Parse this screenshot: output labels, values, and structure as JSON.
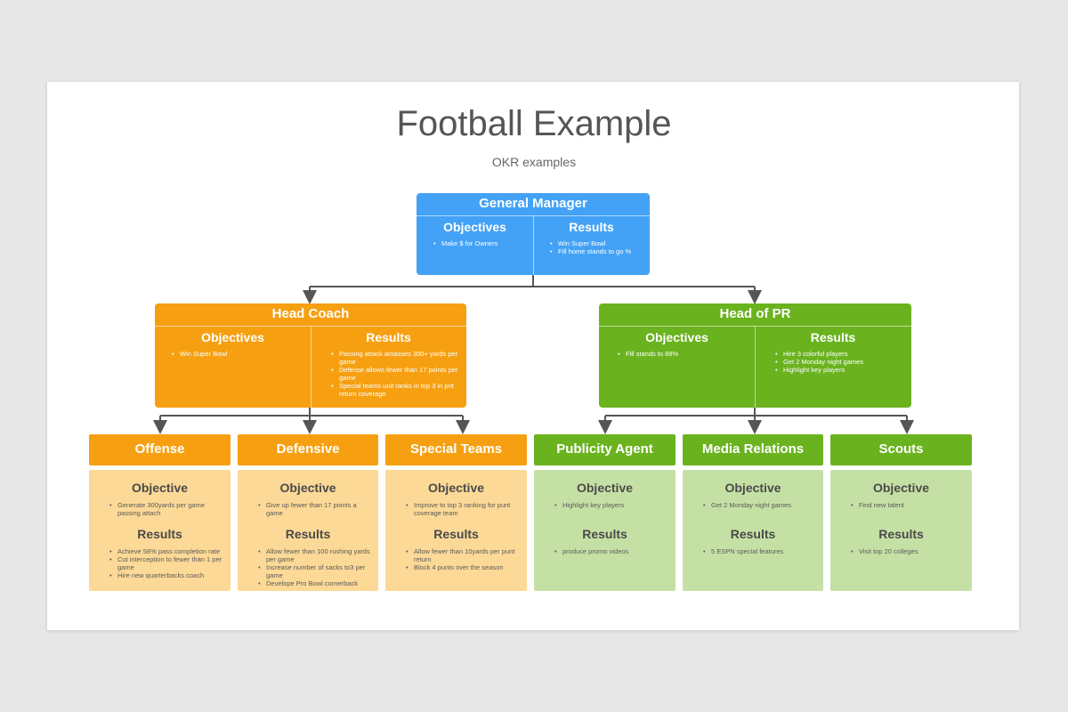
{
  "title": "Football Example",
  "subtitle": "OKR examples",
  "colors": {
    "blue": "#43a2f5",
    "orange": "#f6a011",
    "green": "#6ab31f",
    "light_orange": "#fcd996",
    "light_green": "#c5e0a5",
    "connector": "#555555"
  },
  "general_manager": {
    "name": "General Manager",
    "objectives_label": "Objectives",
    "objectives": [
      "Make $ for Owners"
    ],
    "results_label": "Results",
    "results": [
      "Win Super Bowl",
      "Fill home stands to go %"
    ]
  },
  "head_coach": {
    "name": "Head Coach",
    "objectives_label": "Objectives",
    "objectives": [
      "Win Super Bowl"
    ],
    "results_label": "Results",
    "results": [
      "Passing attack amasses 300+ yards per game",
      "Defense allows fewer than 17 points per game",
      "Special teams unit ranks in top 3 in pnt return coverage"
    ]
  },
  "head_of_pr": {
    "name": "Head of PR",
    "objectives_label": "Objectives",
    "objectives": [
      "Fill stands to 88%"
    ],
    "results_label": "Results",
    "results": [
      "Hire 3 colorful players",
      "Get 2 Monday night games",
      "Highlight key players"
    ]
  },
  "teams": [
    {
      "name": "Offense",
      "objective_label": "Objective",
      "objectives": [
        "Generate 300yards per game passing attach"
      ],
      "results_label": "Results",
      "results": [
        "Achieve 58% pass completion rate",
        "Cut interception to fewer than 1 per game",
        "Hire new quarterbacks coach"
      ]
    },
    {
      "name": "Defensive",
      "objective_label": "Objective",
      "objectives": [
        "Give up fewer than 17 points a game"
      ],
      "results_label": "Results",
      "results": [
        "Allow fewer than 100 rushing yards per game",
        "Increase number of sacks to3 per game",
        "Develope Pro Bowl cornerback"
      ]
    },
    {
      "name": "Special Teams",
      "objective_label": "Objective",
      "objectives": [
        "Improve to top 3 ranking for punt coverage team"
      ],
      "results_label": "Results",
      "results": [
        "Allow fewer than 10yards per punt return",
        "Block 4 punts over the season"
      ]
    },
    {
      "name": "Publicity Agent",
      "objective_label": "Objective",
      "objectives": [
        "Highlight key players"
      ],
      "results_label": "Results",
      "results": [
        "produce promo videos"
      ]
    },
    {
      "name": "Media Relations",
      "objective_label": "Objective",
      "objectives": [
        "Get 2 Monday night games"
      ],
      "results_label": "Results",
      "results": [
        "5 ESPN special features"
      ]
    },
    {
      "name": "Scouts",
      "objective_label": "Objective",
      "objectives": [
        "Find new talent"
      ],
      "results_label": "Results",
      "results": [
        "Visit top 20 colleges"
      ]
    }
  ]
}
